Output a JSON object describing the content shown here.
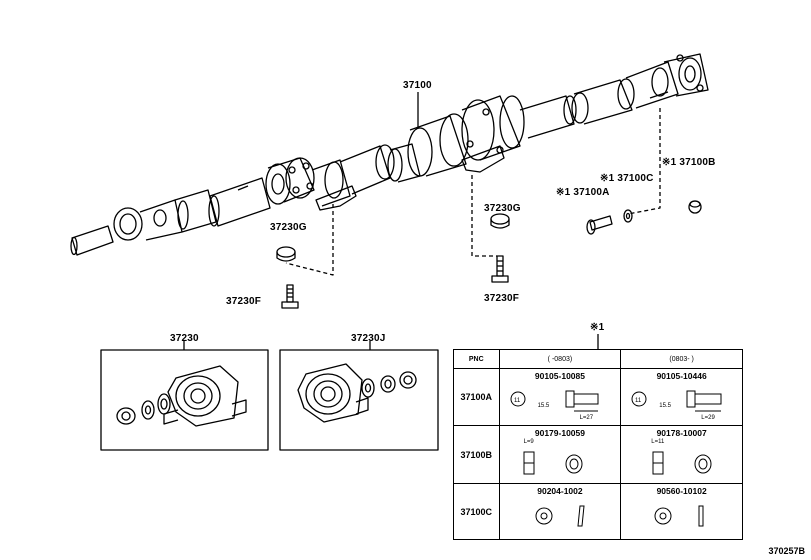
{
  "labels": {
    "shaft": "37100",
    "g_left": "37230G",
    "f_left": "37230F",
    "g_right": "37230G",
    "f_right": "37230F",
    "c100a": "※1 37100A",
    "c100b": "※1 37100B",
    "c100c": "※1 37100C",
    "box1": "37230",
    "box2": "37230J",
    "note_mark": "※1"
  },
  "table": {
    "header": [
      "PNC",
      "(     -0803)",
      "(0803-     )"
    ],
    "rows": [
      {
        "pnc": "37100A",
        "left_part": "90105-10085",
        "right_part": "90105-10446",
        "left_dims": [
          "15.5",
          "L=27"
        ],
        "right_dims": [
          "15.5",
          "L=29"
        ]
      },
      {
        "pnc": "37100B",
        "left_part": "90179-10059",
        "right_part": "90178-10007",
        "left_dims": [
          "L=9"
        ],
        "right_dims": [
          "L=11"
        ]
      },
      {
        "pnc": "37100C",
        "left_part": "90204-1002",
        "right_part": "90560-10102",
        "left_dims": [],
        "right_dims": []
      }
    ]
  },
  "footer": "370257B"
}
